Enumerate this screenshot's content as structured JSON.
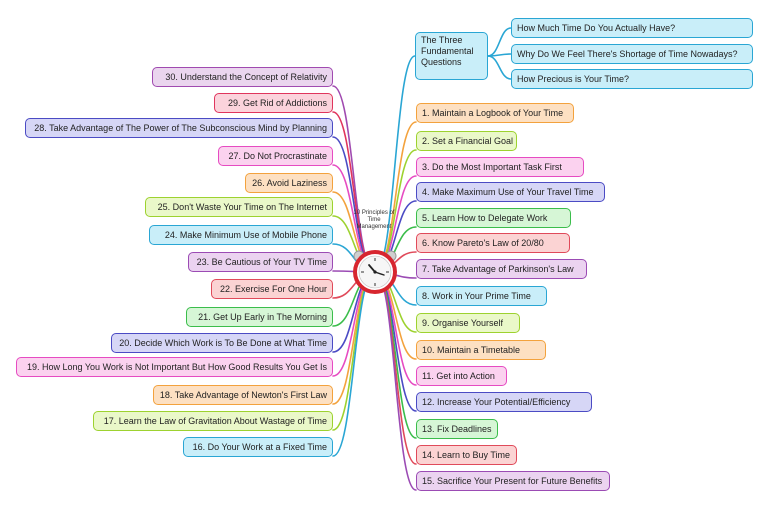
{
  "center": {
    "label": "10 Principles of Time Management"
  },
  "colors": {
    "cyan": {
      "fill": "#c9eef9",
      "stroke": "#2aa6d4"
    },
    "orange": {
      "fill": "#fde0c2",
      "stroke": "#f3a23d"
    },
    "lime": {
      "fill": "#eaf8c9",
      "stroke": "#9dd22f"
    },
    "pink": {
      "fill": "#fbd2ef",
      "stroke": "#e64bc2"
    },
    "indigo": {
      "fill": "#d6d6f6",
      "stroke": "#4b4bc4"
    },
    "green": {
      "fill": "#d6f6d6",
      "stroke": "#3bbd4b"
    },
    "red": {
      "fill": "#fbd3d3",
      "stroke": "#e04a5a"
    },
    "lavender": {
      "fill": "#ebd3f0",
      "stroke": "#9b4bb4"
    },
    "purple": {
      "fill": "#ead5ee",
      "stroke": "#a04ab0"
    },
    "rose": {
      "fill": "#fbd3dc",
      "stroke": "#e0355d"
    }
  },
  "questions": {
    "title": "The Three Fundamental Questions",
    "color": "cyan",
    "children": [
      {
        "label": "How Much Time Do You Actually Have?",
        "color": "cyan"
      },
      {
        "label": "Why Do We Feel There's Shortage of Time Nowadays?",
        "color": "cyan"
      },
      {
        "label": "How Precious is Your Time?",
        "color": "cyan"
      }
    ]
  },
  "right_branches": [
    {
      "label": "1. Maintain a Logbook of Your Time",
      "color": "orange"
    },
    {
      "label": "2. Set a Financial Goal",
      "color": "lime"
    },
    {
      "label": "3. Do the Most Important Task First",
      "color": "pink"
    },
    {
      "label": "4. Make Maximum Use of Your Travel Time",
      "color": "indigo"
    },
    {
      "label": "5. Learn How to Delegate Work",
      "color": "green"
    },
    {
      "label": "6. Know Pareto's Law of 20/80",
      "color": "red"
    },
    {
      "label": "7. Take Advantage of Parkinson's Law",
      "color": "lavender"
    },
    {
      "label": "8. Work in Your Prime Time",
      "color": "cyan"
    },
    {
      "label": "9. Organise Yourself",
      "color": "lime"
    },
    {
      "label": "10. Maintain a Timetable",
      "color": "orange"
    },
    {
      "label": "11. Get into Action",
      "color": "pink"
    },
    {
      "label": "12. Increase Your Potential/Efficiency",
      "color": "indigo"
    },
    {
      "label": "13. Fix Deadlines",
      "color": "green"
    },
    {
      "label": "14. Learn to Buy Time",
      "color": "red"
    },
    {
      "label": "15. Sacrifice Your Present for Future Benefits",
      "color": "lavender"
    }
  ],
  "left_branches": [
    {
      "label": "30. Understand the Concept of Relativity",
      "color": "purple"
    },
    {
      "label": "29. Get Rid of Addictions",
      "color": "rose"
    },
    {
      "label": "28. Take Advantage of The Power of The Subconscious Mind by Planning",
      "color": "indigo"
    },
    {
      "label": "27. Do Not Procrastinate",
      "color": "pink"
    },
    {
      "label": "26. Avoid Laziness",
      "color": "orange"
    },
    {
      "label": "25. Don't Waste Your Time on The Internet",
      "color": "lime"
    },
    {
      "label": "24. Make Minimum Use of Mobile Phone",
      "color": "cyan"
    },
    {
      "label": "23. Be Cautious of Your TV Time",
      "color": "lavender"
    },
    {
      "label": "22. Exercise For One Hour",
      "color": "red"
    },
    {
      "label": "21. Get Up Early in The Morning",
      "color": "green"
    },
    {
      "label": "20. Decide Which Work is To Be Done at What Time",
      "color": "indigo"
    },
    {
      "label": "19. How Long You Work is Not Important But How Good Results You Get Is",
      "color": "pink"
    },
    {
      "label": "18. Take Advantage of Newton's First Law",
      "color": "orange"
    },
    {
      "label": "17. Learn the Law of Gravitation About Wastage of Time",
      "color": "lime"
    },
    {
      "label": "16. Do Your Work at a Fixed Time",
      "color": "cyan"
    }
  ]
}
